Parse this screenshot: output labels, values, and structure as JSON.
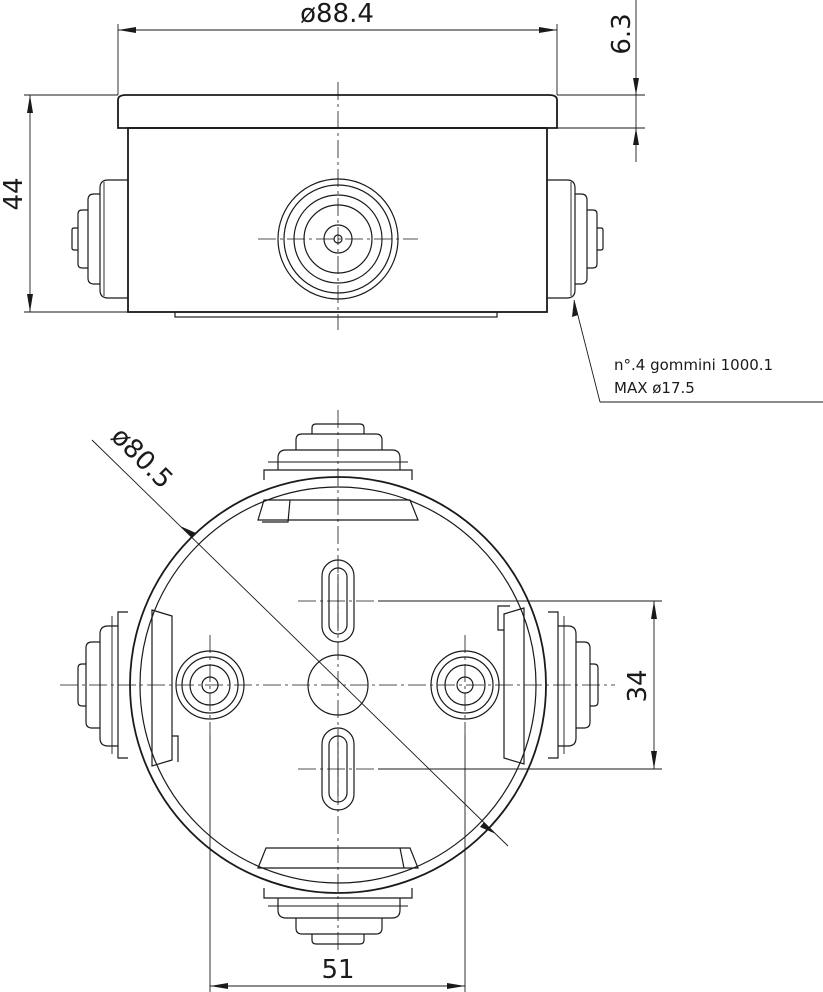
{
  "dimensions": {
    "top_diameter": "ø88.4",
    "lid_height": "6.3",
    "box_height": "44",
    "circle_diameter": "ø80.5",
    "hole_spacing_vertical": "34",
    "hole_spacing_horizontal": "51"
  },
  "note": {
    "line1": "n°.4 gommini 1000.1",
    "line2": "MAX ø17.5"
  }
}
